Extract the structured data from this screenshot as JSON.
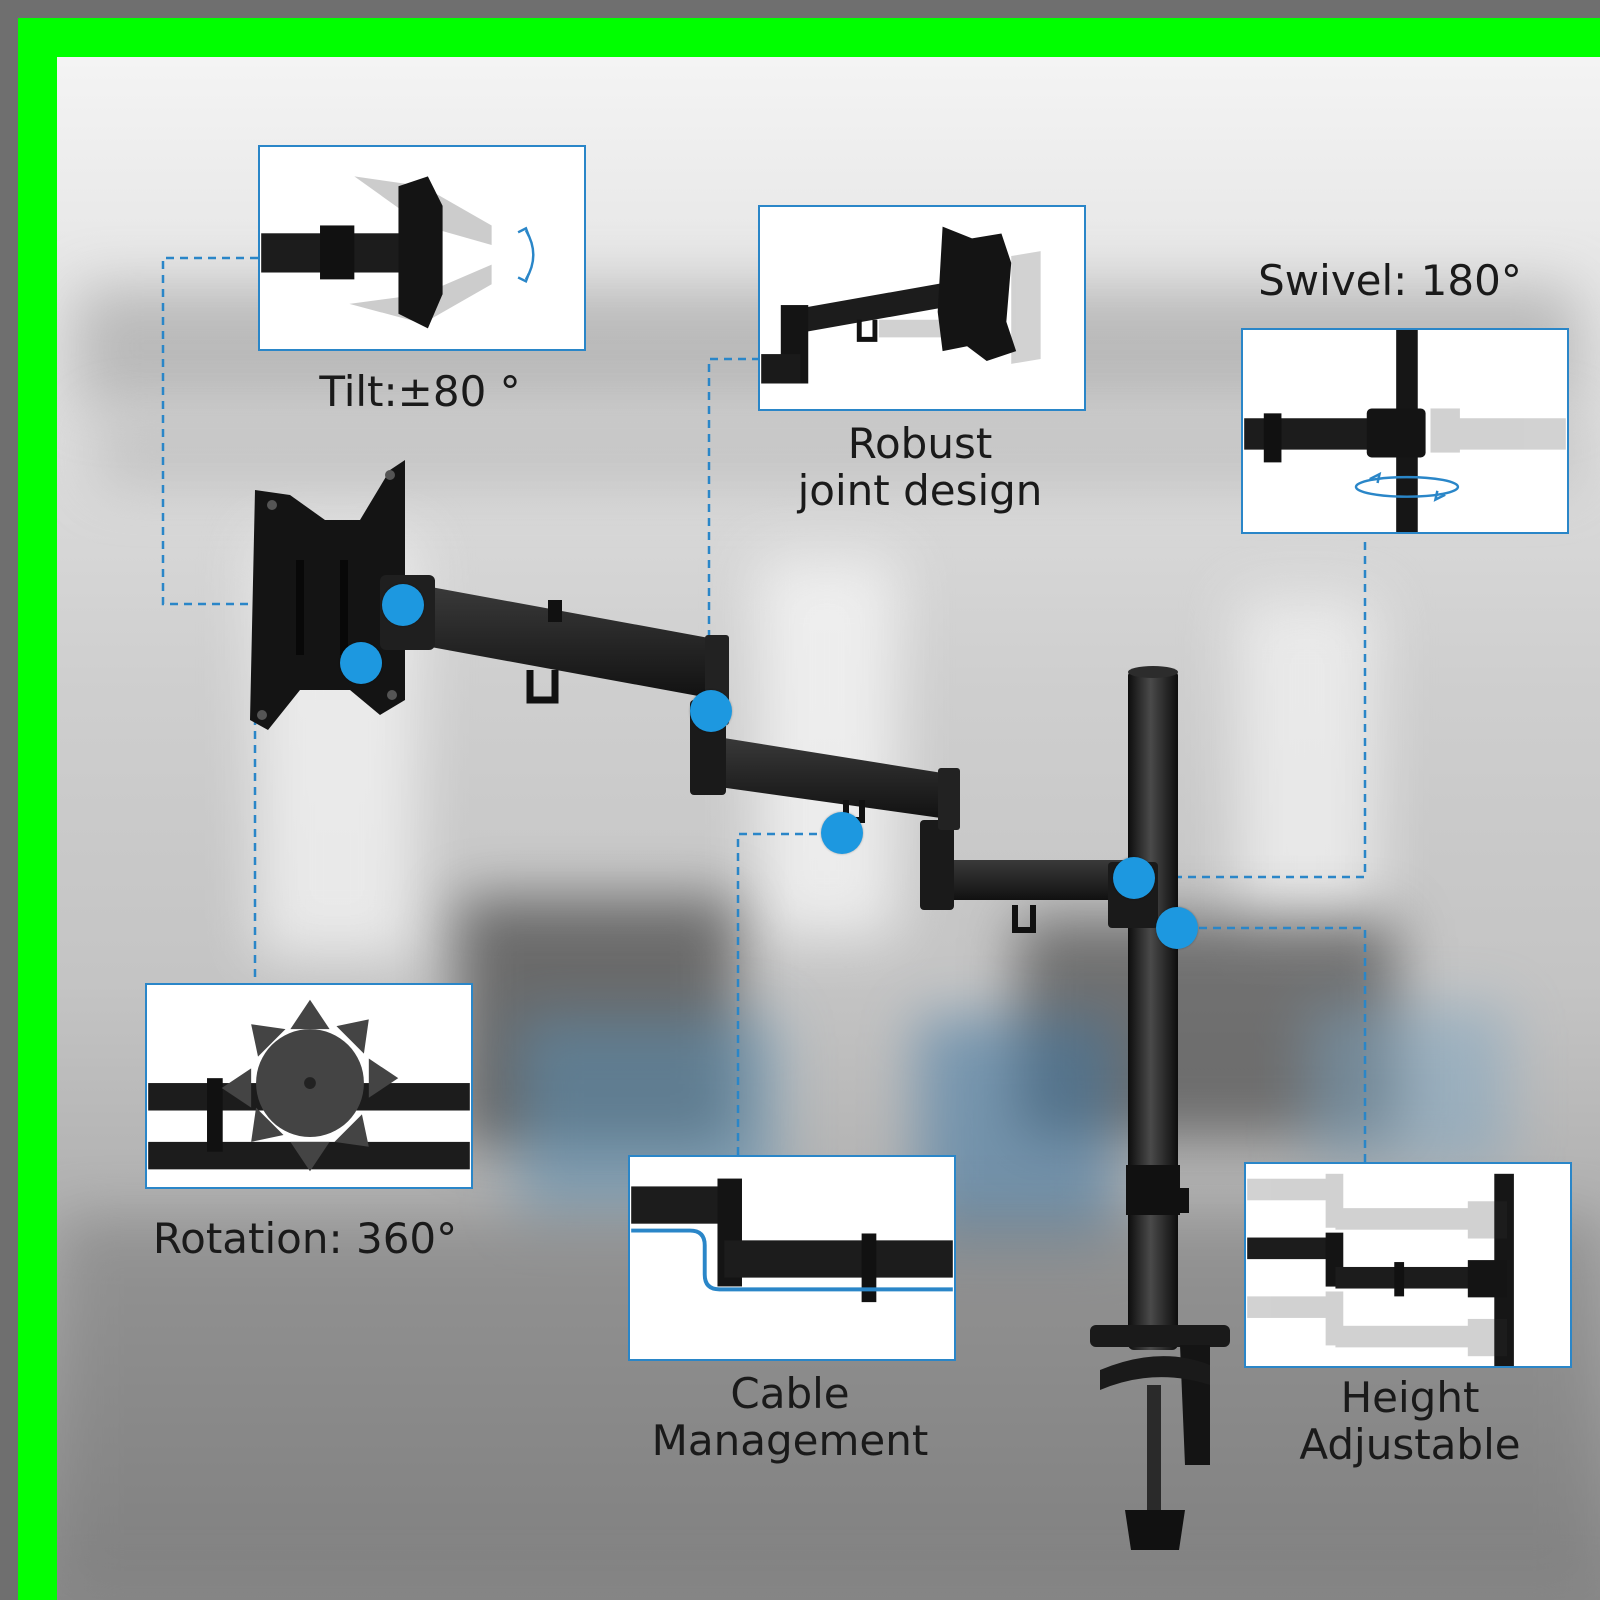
{
  "features": {
    "tilt": {
      "label": "Tilt:±80 °"
    },
    "joint": {
      "line1": "Robust",
      "line2": "joint design"
    },
    "swivel": {
      "label": "Swivel: 180°"
    },
    "rotation": {
      "label": "Rotation: 360°"
    },
    "cable": {
      "line1": "Cable",
      "line2": "Management"
    },
    "height": {
      "line1": "Height",
      "line2": "Adjustable"
    }
  },
  "colors": {
    "accent": "#1d98e0",
    "frame_green": "#00ff00",
    "frame_gray": "#6f6f6f",
    "metal": "#1c1c1c"
  }
}
